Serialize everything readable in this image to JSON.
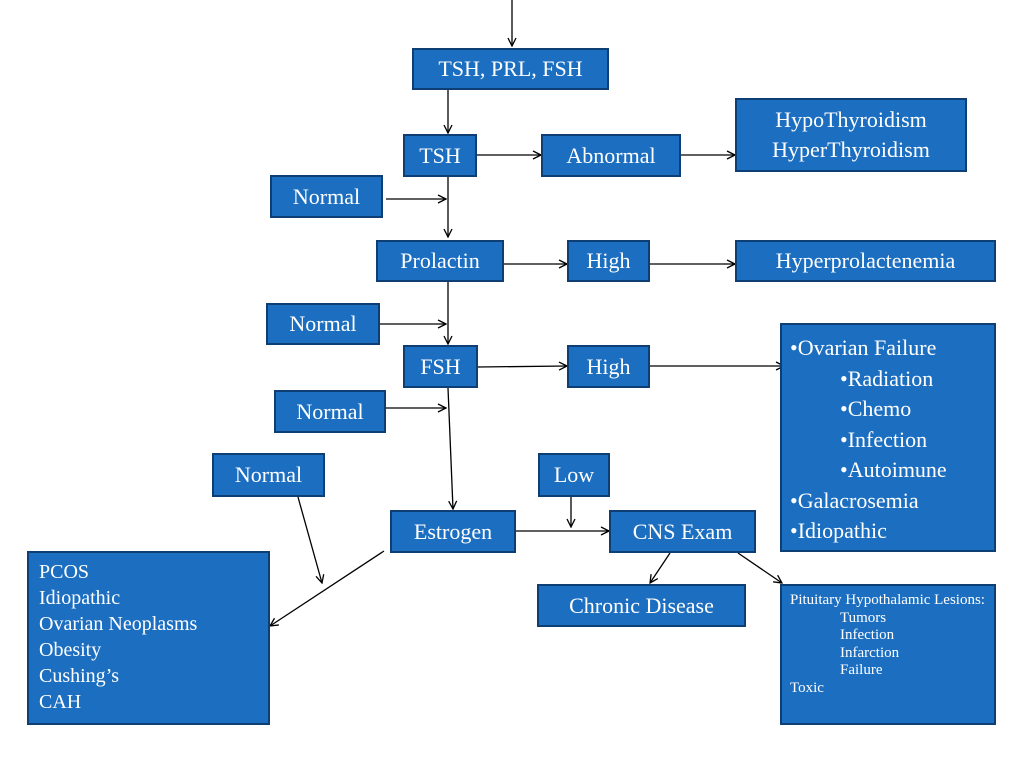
{
  "nodes": {
    "tsh_prl_fsh": "TSH, PRL, FSH",
    "tsh": "TSH",
    "abnormal": "Abnormal",
    "thyroid": [
      "HypoThyroidism",
      "HyperThyroidism"
    ],
    "normal_1": "Normal",
    "prolactin": "Prolactin",
    "high_1": "High",
    "hyperprolactenemia": "Hyperprolactenemia",
    "normal_2": "Normal",
    "fsh": "FSH",
    "high_2": "High",
    "normal_3": "Normal",
    "normal_4": "Normal",
    "low": "Low",
    "estrogen": "Estrogen",
    "cns_exam": "CNS Exam",
    "chronic_disease": "Chronic Disease"
  },
  "ovarian_list": {
    "items": [
      {
        "text": "•Ovarian Failure",
        "level": 0
      },
      {
        "text": "•Radiation",
        "level": 1
      },
      {
        "text": "•Chemo",
        "level": 1
      },
      {
        "text": "•Infection",
        "level": 1
      },
      {
        "text": "•Autoimune",
        "level": 1
      },
      {
        "text": "•Galacrosemia",
        "level": 0
      },
      {
        "text": "•Idiopathic",
        "level": 0
      }
    ]
  },
  "pcos_list": {
    "items": [
      "PCOS",
      "Idiopathic",
      "Ovarian Neoplasms",
      "Obesity",
      "Cushing’s",
      "CAH"
    ]
  },
  "pituitary_list": {
    "items": [
      {
        "text": "Pituitary Hypothalamic Lesions:",
        "level": 0
      },
      {
        "text": "Tumors",
        "level": 1
      },
      {
        "text": "Infection",
        "level": 1
      },
      {
        "text": "Infarction",
        "level": 1
      },
      {
        "text": "Failure",
        "level": 1
      },
      {
        "text": "Toxic",
        "level": 0
      }
    ]
  },
  "colors": {
    "box_fill": "#1c6ec0",
    "box_border": "#0d3f74",
    "arrow": "#000000"
  }
}
